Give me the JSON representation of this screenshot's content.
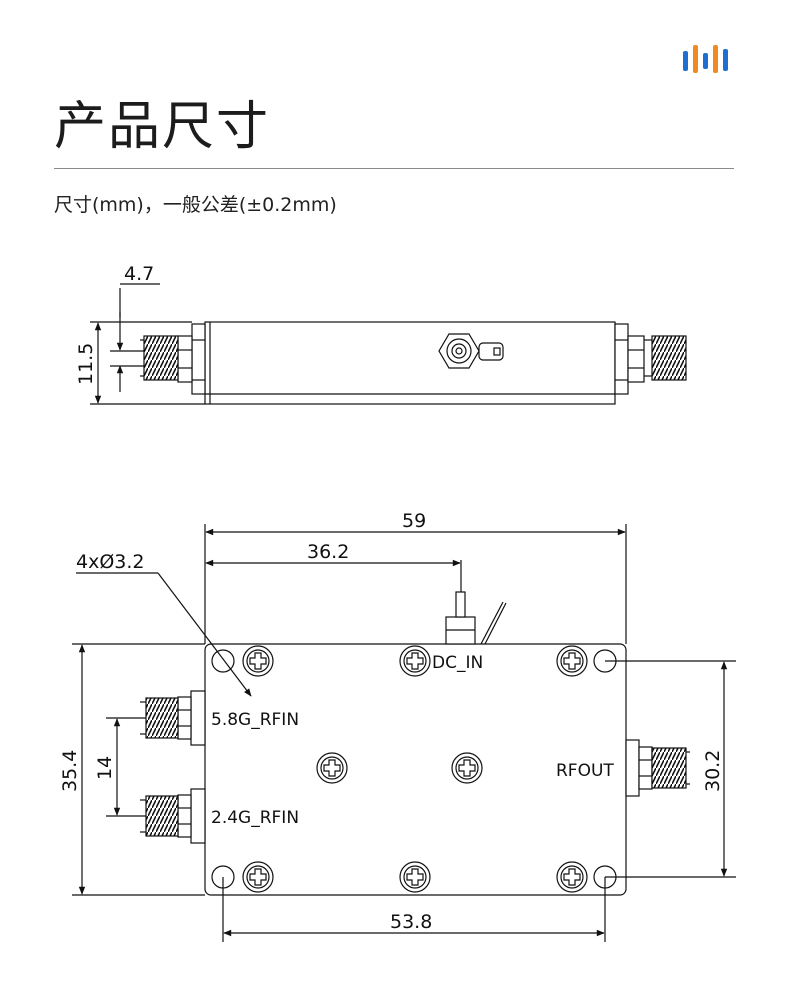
{
  "header": {
    "title": "产品尺寸",
    "note": "尺寸(mm)，一般公差(±0.2mm)",
    "logo_icon": "equalizer-bars-logo",
    "logo_colors": [
      "#1e6fd1",
      "#f28a1f",
      "#1e6fd1",
      "#f28a1f",
      "#1e6fd1"
    ]
  },
  "side_view": {
    "dims": {
      "connector_offset": "4.7",
      "height": "11.5"
    }
  },
  "top_view": {
    "dims": {
      "length": "59",
      "dc_offset": "36.2",
      "holes": "4xØ3.2",
      "height": "35.4",
      "port_spacing": "14",
      "hole_spacing_x": "53.8",
      "hole_spacing_y": "30.2"
    },
    "ports": {
      "dc_in": "DC_IN",
      "rfin_58": "5.8G_RFIN",
      "rfin_24": "2.4G_RFIN",
      "rfout": "RFOUT"
    }
  }
}
